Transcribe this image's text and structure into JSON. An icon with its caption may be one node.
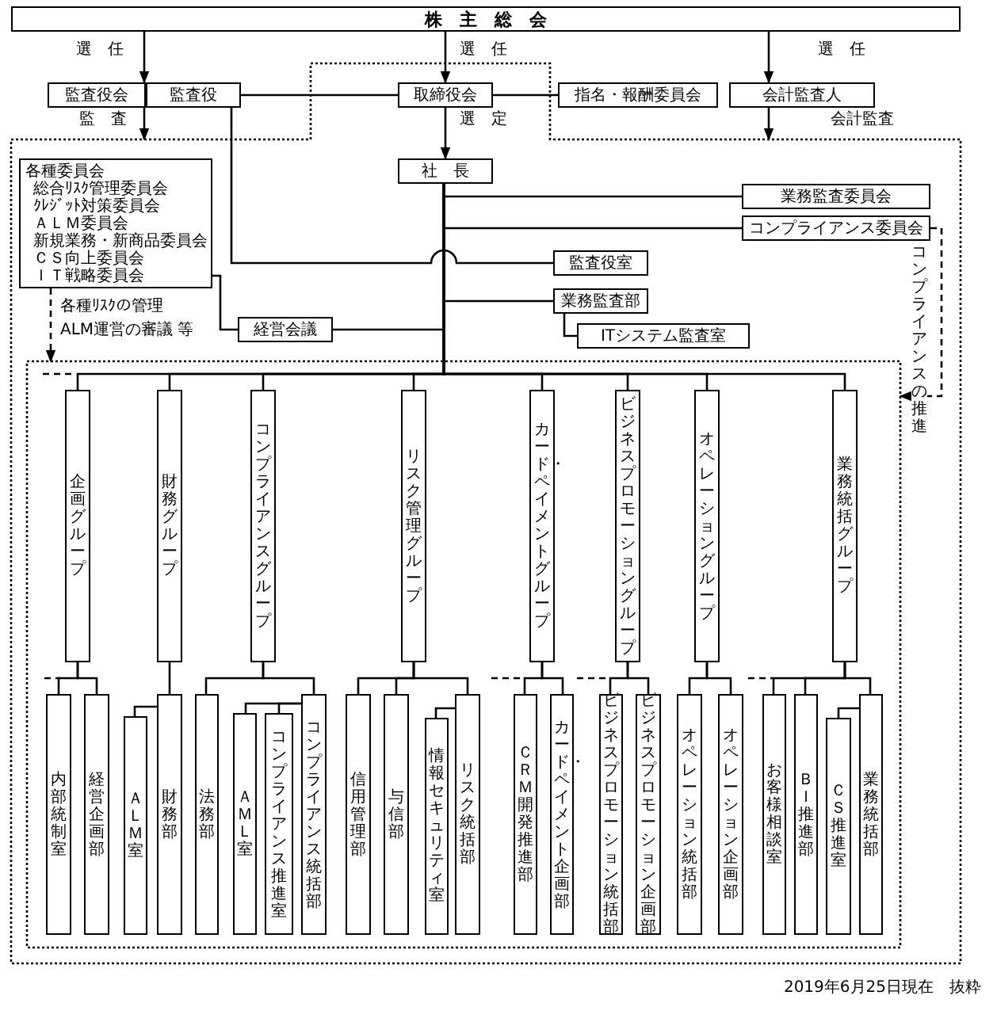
{
  "diagram": {
    "nodes": [
      {
        "text": [
          "株　主　総　会"
        ]
      },
      {
        "text": [],
        "shape": "box"
      },
      {
        "text": [
          "監査役会"
        ]
      },
      {
        "text": [
          "監査役"
        ]
      },
      {
        "text": [
          "取締役会"
        ],
        "in": 1
      },
      {
        "text": [
          "指名・報酬委員会"
        ]
      },
      {
        "text": [
          "会計監査人"
        ]
      },
      {
        "text": [
          "社　長"
        ],
        "in": 1
      },
      {
        "text": [
          "各種委員会",
          "総合ﾘｽｸ管理委員会",
          "ｸﾚｼﾞｯﾄ対策委員会",
          "ＡＬＭ委員会",
          "新規業務・新商品委員会",
          "ＣＳ向上委員会",
          "ＩＴ戦略委員会"
        ],
        "in": 1
      },
      {
        "text": [
          "業務監査委員会"
        ],
        "in": 1
      },
      {
        "text": [
          "コンプライアンス委員会"
        ],
        "in": 1
      },
      {
        "text": [
          "監査役室"
        ],
        "in": 1
      },
      {
        "text": [
          "業務監査部"
        ],
        "in": 1
      },
      {
        "text": [
          "ITシステム監査室"
        ],
        "in": 1
      },
      {
        "text": [
          "経営会議"
        ],
        "in": 1
      },
      {
        "text": [],
        "shape": "box",
        "in": 1
      },
      {
        "text": [
          "企画グループ"
        ],
        "in": 15
      },
      {
        "text": [
          "財務グループ"
        ],
        "in": 15
      },
      {
        "text": [
          "コンプライアンスグループ"
        ],
        "in": 15
      },
      {
        "text": [
          "リスク管理グループ"
        ],
        "in": 15
      },
      {
        "text": [
          "カード・ペイメントグループ"
        ],
        "in": 15
      },
      {
        "text": [
          "ビジネスプロモーショングループ"
        ],
        "in": 15
      },
      {
        "text": [
          "オペレーショングループ"
        ],
        "in": 15
      },
      {
        "text": [
          "業務統括グループ"
        ],
        "in": 15
      },
      {
        "text": [
          "内部統制室"
        ],
        "in": 15
      },
      {
        "text": [
          "経営企画部"
        ],
        "in": 15
      },
      {
        "text": [
          "ＡＬＭ室"
        ],
        "in": 15
      },
      {
        "text": [
          "財務部"
        ],
        "in": 15
      },
      {
        "text": [
          "法務部"
        ],
        "in": 15
      },
      {
        "text": [
          "ＡＭＬ室"
        ],
        "in": 15
      },
      {
        "text": [
          "コンプライアンス推進室"
        ],
        "in": 15
      },
      {
        "text": [
          "コンプライアンス統括部"
        ],
        "in": 15
      },
      {
        "text": [
          "信用管理部"
        ],
        "in": 15
      },
      {
        "text": [
          "与信部"
        ],
        "in": 15
      },
      {
        "text": [
          "情報セキュリティ室"
        ],
        "in": 15
      },
      {
        "text": [
          "リスク統括部"
        ],
        "in": 15
      },
      {
        "text": [
          "ＣＲＭ開発推進部"
        ],
        "in": 15
      },
      {
        "text": [
          "カード・ペイメント企画部"
        ],
        "in": 15
      },
      {
        "text": [
          "ビジネスプロモーション統括部"
        ],
        "in": 15
      },
      {
        "text": [
          "ビジネスプロモーション企画部"
        ],
        "in": 15
      },
      {
        "text": [
          "オペレーション統括部"
        ],
        "in": 15
      },
      {
        "text": [
          "オペレーション企画部"
        ],
        "in": 15
      },
      {
        "text": [
          "お客様相談室"
        ],
        "in": 15
      },
      {
        "text": [
          "ＢＩ推進部"
        ],
        "in": 15
      },
      {
        "text": [
          "ＣＳ推進室"
        ],
        "in": 15
      },
      {
        "text": [
          "業務統括部"
        ],
        "in": 15
      }
    ],
    "edges": [
      {
        "from": 0,
        "to": 2,
        "arrow": "to",
        "label": "選　任"
      },
      {
        "from": 0,
        "to": 4,
        "arrow": "to",
        "label": "選　任"
      },
      {
        "from": 0,
        "to": 6,
        "arrow": "to",
        "label": "選　任"
      },
      {
        "from": 3,
        "to": 4,
        "arrow": "none"
      },
      {
        "from": 4,
        "to": 5,
        "arrow": "none"
      },
      {
        "from": 2,
        "to": 1,
        "arrow": "to",
        "label": "監　査"
      },
      {
        "from": 6,
        "to": 1,
        "arrow": "to",
        "label": "会計監査"
      },
      {
        "from": 4,
        "to": 7,
        "arrow": "to",
        "label": "選　定"
      },
      {
        "from": 7,
        "to": 9,
        "arrow": "none"
      },
      {
        "from": 7,
        "to": 10,
        "arrow": "none"
      },
      {
        "from": 3,
        "to": 11,
        "arrow": "none"
      },
      {
        "from": 7,
        "to": 12,
        "arrow": "none"
      },
      {
        "from": 12,
        "to": 13,
        "arrow": "none"
      },
      {
        "from": 8,
        "to": 14,
        "arrow": "none"
      },
      {
        "from": 7,
        "to": 14,
        "arrow": "none"
      },
      {
        "from": 8,
        "to": 15,
        "arrow": "to",
        "style": "dashed",
        "label": "各種ﾘｽｸの管理 ALM運営の審議 等"
      },
      {
        "from": 10,
        "to": 15,
        "arrow": "to",
        "style": "dashed",
        "label": "コンプライアンスの推進"
      },
      {
        "from": 7,
        "to": 16,
        "arrow": "none"
      },
      {
        "from": 7,
        "to": 17,
        "arrow": "none"
      },
      {
        "from": 7,
        "to": 18,
        "arrow": "none"
      },
      {
        "from": 7,
        "to": 19,
        "arrow": "none"
      },
      {
        "from": 7,
        "to": 20,
        "arrow": "none"
      },
      {
        "from": 7,
        "to": 21,
        "arrow": "none"
      },
      {
        "from": 7,
        "to": 22,
        "arrow": "none"
      },
      {
        "from": 7,
        "to": 23,
        "arrow": "none"
      },
      {
        "from": 16,
        "to": 24,
        "arrow": "none"
      },
      {
        "from": 16,
        "to": 25,
        "arrow": "none"
      },
      {
        "from": 17,
        "to": 27,
        "arrow": "none"
      },
      {
        "from": 27,
        "to": 26,
        "arrow": "none"
      },
      {
        "from": 18,
        "to": 28,
        "arrow": "none"
      },
      {
        "from": 18,
        "to": 31,
        "arrow": "none"
      },
      {
        "from": 31,
        "to": 29,
        "arrow": "none"
      },
      {
        "from": 31,
        "to": 30,
        "arrow": "none"
      },
      {
        "from": 19,
        "to": 32,
        "arrow": "none"
      },
      {
        "from": 19,
        "to": 33,
        "arrow": "none"
      },
      {
        "from": 19,
        "to": 35,
        "arrow": "none"
      },
      {
        "from": 35,
        "to": 34,
        "arrow": "none"
      },
      {
        "from": 20,
        "to": 36,
        "arrow": "none"
      },
      {
        "from": 20,
        "to": 37,
        "arrow": "none"
      },
      {
        "from": 21,
        "to": 38,
        "arrow": "none"
      },
      {
        "from": 21,
        "to": 39,
        "arrow": "none"
      },
      {
        "from": 22,
        "to": 40,
        "arrow": "none"
      },
      {
        "from": 22,
        "to": 41,
        "arrow": "none"
      },
      {
        "from": 23,
        "to": 42,
        "arrow": "none"
      },
      {
        "from": 23,
        "to": 43,
        "arrow": "none"
      },
      {
        "from": 23,
        "to": 45,
        "arrow": "none"
      },
      {
        "from": 45,
        "to": 44,
        "arrow": "none"
      }
    ],
    "labels": [
      "2019年6月25日現在　抜粋"
    ]
  }
}
